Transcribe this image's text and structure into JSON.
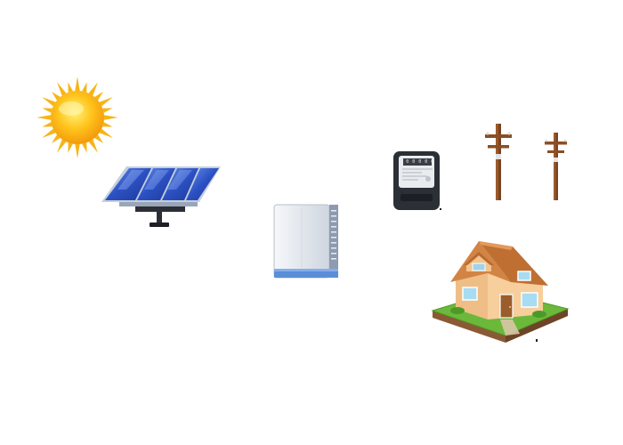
{
  "diagram": {
    "nodes": [
      {
        "id": "sun",
        "icon": "sun-icon"
      },
      {
        "id": "solar-panel",
        "icon": "solar-panel-icon"
      },
      {
        "id": "inverter",
        "icon": "inverter-icon"
      },
      {
        "id": "electricity-meter",
        "icon": "electricity-meter-icon"
      },
      {
        "id": "utility-poles",
        "icon": "utility-pole-icon"
      },
      {
        "id": "house",
        "icon": "house-icon"
      }
    ]
  },
  "meter": {
    "display": "0 0 0 0 0"
  },
  "colors": {
    "sun": "#fbbf13",
    "sun_core": "#ffd93a",
    "panel": "#2f57c9",
    "panel_frame": "#b7c3d6",
    "inverter_body": "#e4e8ee",
    "inverter_accent": "#5d8fd8",
    "meter_body": "#2b2f36",
    "pole_wood": "#9b5a2c",
    "roof": "#c9793c",
    "wall": "#f3c48d",
    "grass": "#6ab63a"
  }
}
